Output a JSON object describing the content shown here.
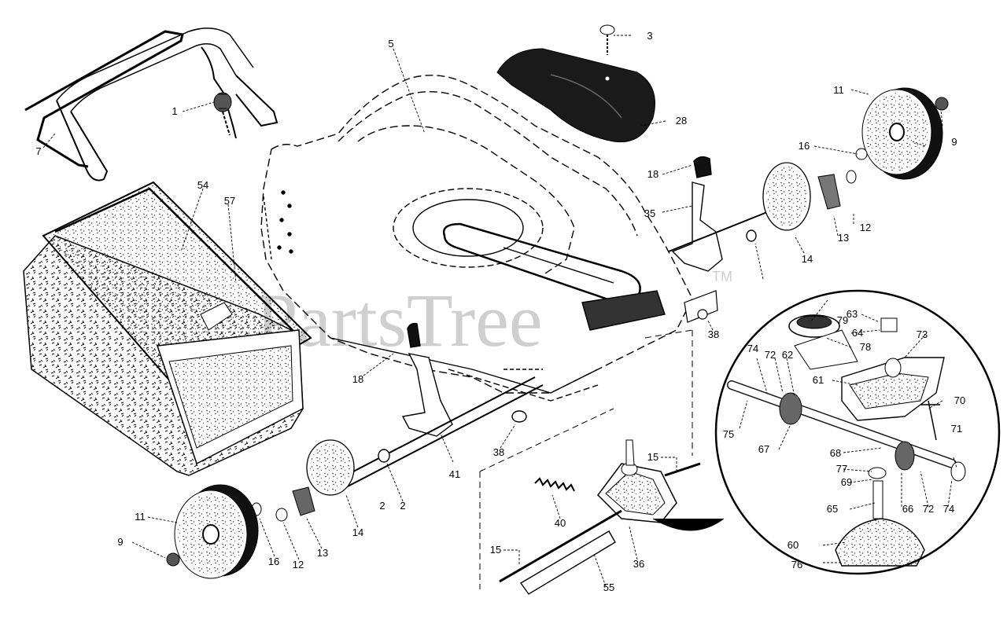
{
  "watermark": {
    "text": "PartsTree",
    "mark": "TM"
  },
  "parts": [
    {
      "id": "p1",
      "label": "1"
    },
    {
      "id": "p2a",
      "label": "2"
    },
    {
      "id": "p2b",
      "label": "2"
    },
    {
      "id": "p3",
      "label": "3"
    },
    {
      "id": "p5",
      "label": "5"
    },
    {
      "id": "p7",
      "label": "7"
    },
    {
      "id": "p9a",
      "label": "9"
    },
    {
      "id": "p9b",
      "label": "9"
    },
    {
      "id": "p11a",
      "label": "11"
    },
    {
      "id": "p11b",
      "label": "11"
    },
    {
      "id": "p12a",
      "label": "12"
    },
    {
      "id": "p12b",
      "label": "12"
    },
    {
      "id": "p13a",
      "label": "13"
    },
    {
      "id": "p13b",
      "label": "13"
    },
    {
      "id": "p14a",
      "label": "14"
    },
    {
      "id": "p14b",
      "label": "14"
    },
    {
      "id": "p15a",
      "label": "15"
    },
    {
      "id": "p15b",
      "label": "15"
    },
    {
      "id": "p16a",
      "label": "16"
    },
    {
      "id": "p16b",
      "label": "16"
    },
    {
      "id": "p18a",
      "label": "18"
    },
    {
      "id": "p18b",
      "label": "18"
    },
    {
      "id": "p28",
      "label": "28"
    },
    {
      "id": "p35",
      "label": "35"
    },
    {
      "id": "p36",
      "label": "36"
    },
    {
      "id": "p38a",
      "label": "38"
    },
    {
      "id": "p38b",
      "label": "38"
    },
    {
      "id": "p40",
      "label": "40"
    },
    {
      "id": "p41",
      "label": "41"
    },
    {
      "id": "p54",
      "label": "54"
    },
    {
      "id": "p55",
      "label": "55"
    },
    {
      "id": "p57",
      "label": "57"
    },
    {
      "id": "p60",
      "label": "60"
    },
    {
      "id": "p61",
      "label": "61"
    },
    {
      "id": "p62",
      "label": "62"
    },
    {
      "id": "p63",
      "label": "63"
    },
    {
      "id": "p64",
      "label": "64"
    },
    {
      "id": "p65",
      "label": "65"
    },
    {
      "id": "p66",
      "label": "66"
    },
    {
      "id": "p67",
      "label": "67"
    },
    {
      "id": "p68",
      "label": "68"
    },
    {
      "id": "p69",
      "label": "69"
    },
    {
      "id": "p70",
      "label": "70"
    },
    {
      "id": "p71",
      "label": "71"
    },
    {
      "id": "p72a",
      "label": "72"
    },
    {
      "id": "p72b",
      "label": "72"
    },
    {
      "id": "p73",
      "label": "73"
    },
    {
      "id": "p74a",
      "label": "74"
    },
    {
      "id": "p74b",
      "label": "74"
    },
    {
      "id": "p75",
      "label": "75"
    },
    {
      "id": "p76",
      "label": "76"
    },
    {
      "id": "p77",
      "label": "77"
    },
    {
      "id": "p78",
      "label": "78"
    },
    {
      "id": "p79",
      "label": "79"
    }
  ]
}
